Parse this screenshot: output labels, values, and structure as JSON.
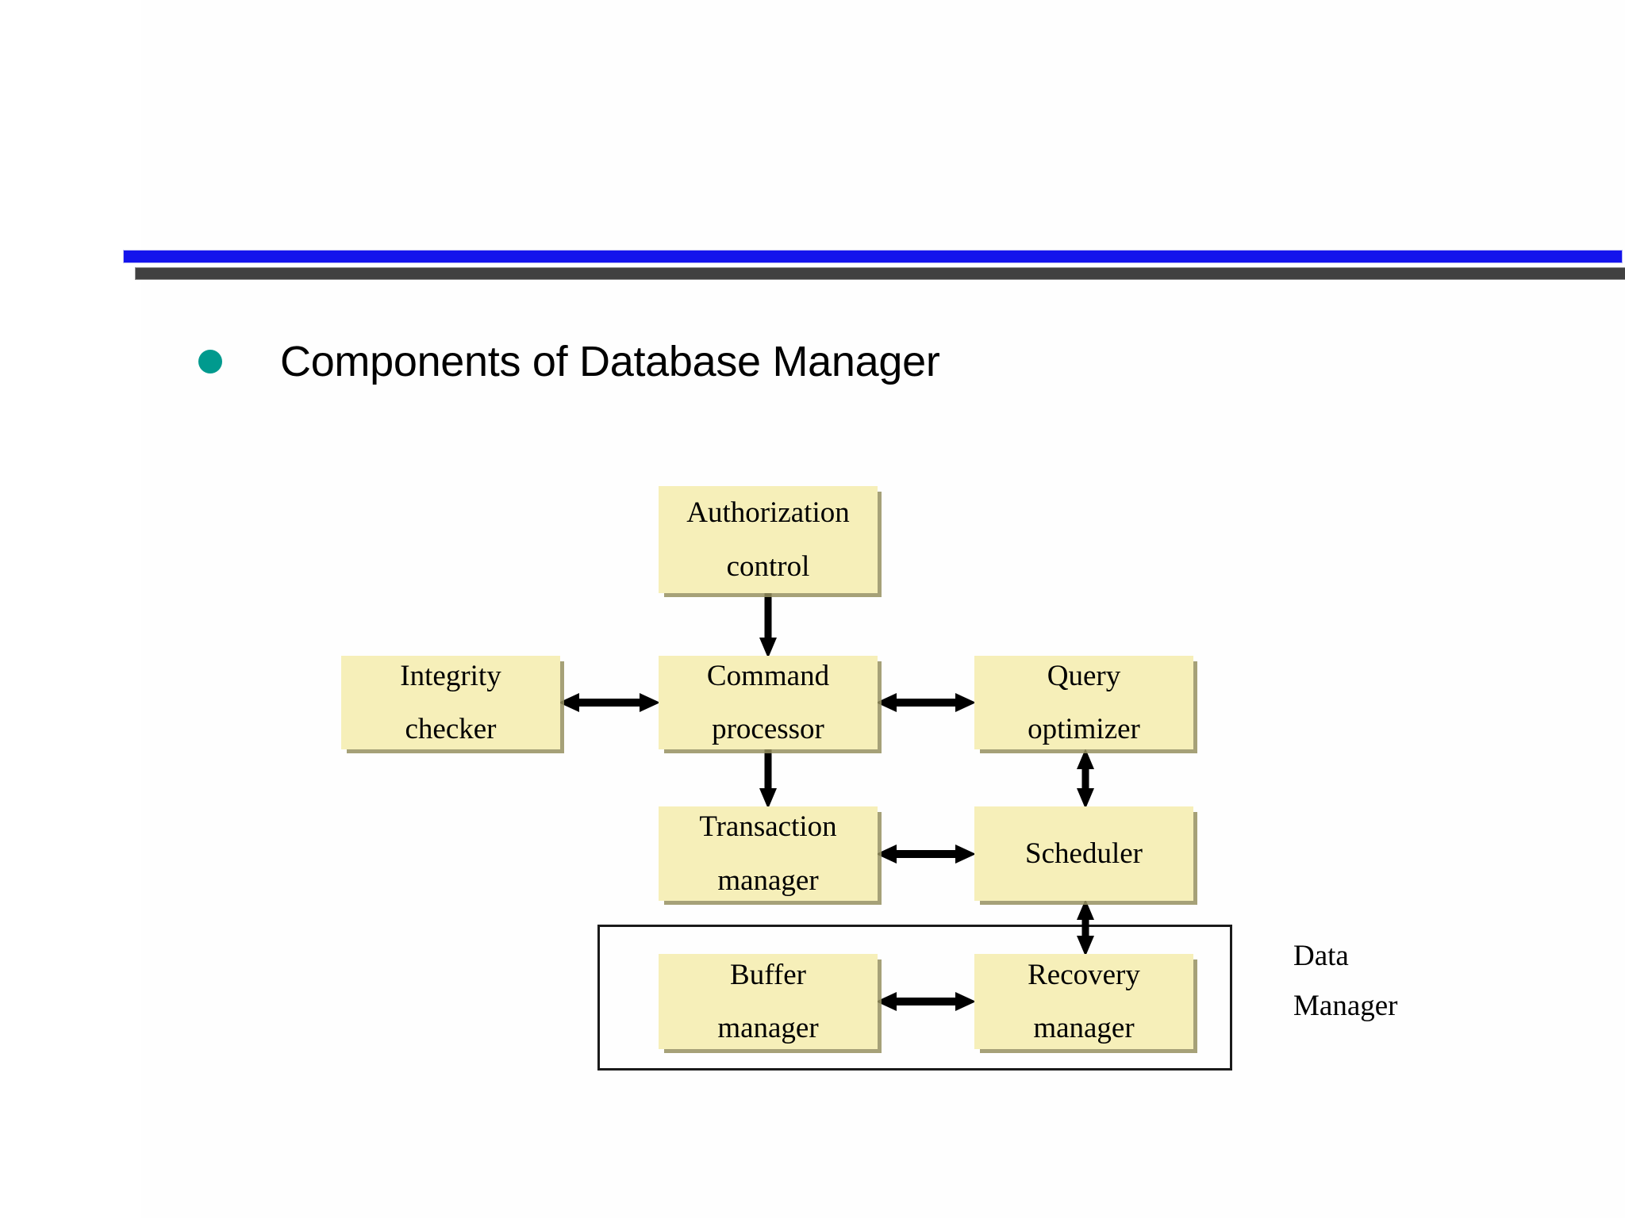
{
  "slide": {
    "title": "Components of Database Manager",
    "bullet_color": "#009a8e",
    "rule_blue_color": "#1414ec",
    "rule_shadow_color": "#414141",
    "background_color": "#ffffff"
  },
  "diagram": {
    "node_fill_color": "#f6efb9",
    "node_shadow_color": "#96906 0",
    "enclosure": {
      "label_line1": "Data",
      "label_line2": "Manager"
    },
    "nodes": [
      {
        "id": "authorization",
        "line1": "Authorization",
        "line2": "control"
      },
      {
        "id": "integrity",
        "line1": "Integrity",
        "line2": "checker"
      },
      {
        "id": "command",
        "line1": "Command",
        "line2": "processor"
      },
      {
        "id": "query",
        "line1": "Query",
        "line2": "optimizer"
      },
      {
        "id": "transaction",
        "line1": "Transaction",
        "line2": "manager"
      },
      {
        "id": "scheduler",
        "line1": "Scheduler",
        "line2": ""
      },
      {
        "id": "buffer",
        "line1": "Buffer",
        "line2": "manager"
      },
      {
        "id": "recovery",
        "line1": "Recovery",
        "line2": "manager"
      }
    ],
    "connections": [
      {
        "id": "auth-command",
        "from": "authorization",
        "to": "command",
        "direction": "one-way",
        "orientation": "vertical"
      },
      {
        "id": "integrity-cmd",
        "from": "integrity",
        "to": "command",
        "direction": "two-way",
        "orientation": "horizontal"
      },
      {
        "id": "cmd-query",
        "from": "command",
        "to": "query",
        "direction": "two-way",
        "orientation": "horizontal"
      },
      {
        "id": "cmd-trans",
        "from": "command",
        "to": "transaction",
        "direction": "one-way",
        "orientation": "vertical"
      },
      {
        "id": "trans-sched",
        "from": "transaction",
        "to": "scheduler",
        "direction": "two-way",
        "orientation": "horizontal"
      },
      {
        "id": "query-sched",
        "from": "query",
        "to": "scheduler",
        "direction": "two-way",
        "orientation": "vertical"
      },
      {
        "id": "sched-recovery",
        "from": "scheduler",
        "to": "recovery",
        "direction": "two-way",
        "orientation": "vertical"
      },
      {
        "id": "buffer-recov",
        "from": "buffer",
        "to": "recovery",
        "direction": "two-way",
        "orientation": "horizontal"
      }
    ]
  }
}
